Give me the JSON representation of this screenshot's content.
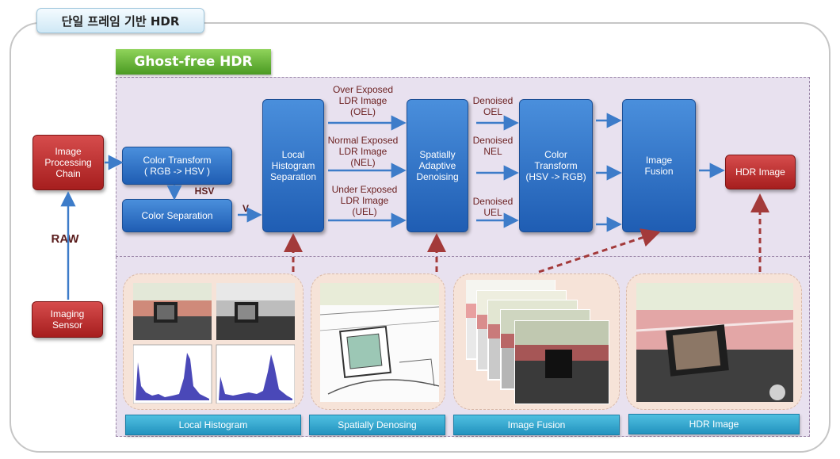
{
  "title": "단일 프레임 기반 HDR",
  "section_label": "Ghost-free HDR",
  "blocks": {
    "image_processing_chain": [
      "Image",
      "Processing",
      "Chain"
    ],
    "imaging_sensor": [
      "Imaging",
      "Sensor"
    ],
    "color_transform_1": [
      "Color Transform",
      "( RGB -> HSV )"
    ],
    "color_separation": "Color Separation",
    "local_histogram_separation": [
      "Local",
      "Histogram",
      "Separation"
    ],
    "spatially_adaptive_denoising": [
      "Spatially",
      "Adaptive",
      "Denoising"
    ],
    "color_transform_2": [
      "Color",
      "Transform",
      "(HSV -> RGB)"
    ],
    "image_fusion": [
      "Image",
      "Fusion"
    ],
    "hdr_image": "HDR Image"
  },
  "labels": {
    "raw": "RAW",
    "hsv": "HSV",
    "v": "V",
    "over_exposed": [
      "Over Exposed",
      "LDR Image",
      "(OEL)"
    ],
    "normal_exposed": [
      "Normal Exposed",
      "LDR Image",
      "(NEL)"
    ],
    "under_exposed": [
      "Under Exposed",
      "LDR Image",
      "(UEL)"
    ],
    "denoised_oel": [
      "Denoised",
      "OEL"
    ],
    "denoised_nel": [
      "Denoised",
      "NEL"
    ],
    "denoised_uel": [
      "Denoised",
      "UEL"
    ]
  },
  "captions": {
    "local_histogram": "Local Histogram",
    "spatially_denosing": "Spatially Denosing",
    "image_fusion": "Image Fusion",
    "hdr_image": "HDR Image"
  },
  "colors": {
    "block_blue": "#2a6ec6",
    "block_red": "#b82828",
    "arrow_blue": "#3d7cc9",
    "arrow_red_dashed": "#a33a3a",
    "region_fill": "#e8e1ef",
    "card_fill": "#f6e3d8",
    "caption_teal": "#2ea3cc",
    "ghost_green": "#5aa82e"
  }
}
